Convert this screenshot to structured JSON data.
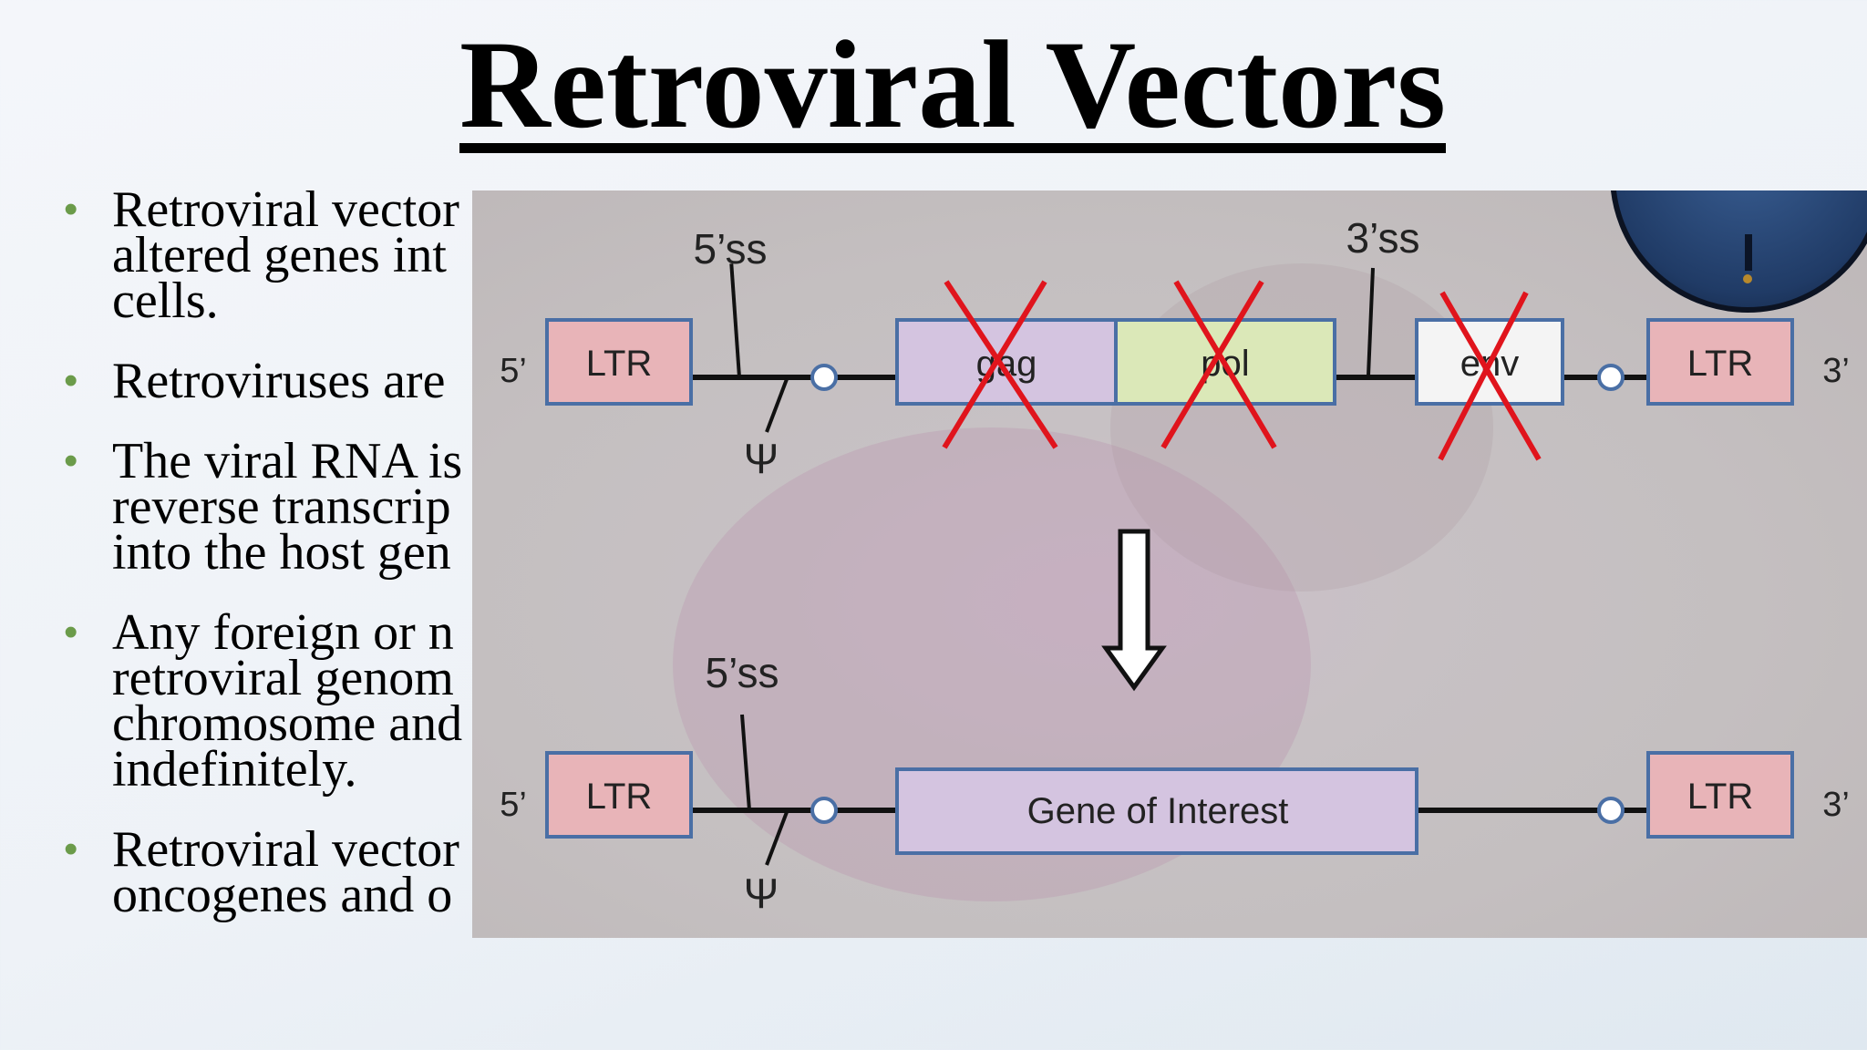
{
  "slide": {
    "title": "Retroviral Vectors",
    "bullets": [
      "Retroviral vector\naltered genes int\ncells.",
      "Retroviruses are",
      "The viral RNA is\nreverse transcrip\ninto the host gen",
      "Any foreign or n\nretroviral genom\nchromosome and\nindefinitely.",
      "Retroviral vector\noncogenes and o"
    ]
  },
  "diagram": {
    "top": {
      "five_prime": "5’",
      "three_prime": "3’",
      "ltr_left": "LTR",
      "ltr_right": "LTR",
      "ss5": "5’ss",
      "ss3": "3’ss",
      "psi": "Ψ",
      "gag": "gag",
      "pol": "pol",
      "env": "env"
    },
    "bottom": {
      "five_prime": "5’",
      "three_prime": "3’",
      "ltr_left": "LTR",
      "ltr_right": "LTR",
      "ss5": "5’ss",
      "psi": "Ψ",
      "gene": "Gene of Interest"
    },
    "colors": {
      "ltr": "#e8b4b8",
      "gag": "#d4c4e0",
      "pol": "#dbe8b8",
      "env": "#f4f4f4",
      "gene": "#d4c4e0",
      "box_border": "#4a6fa5",
      "cross": "#e0141c"
    }
  }
}
